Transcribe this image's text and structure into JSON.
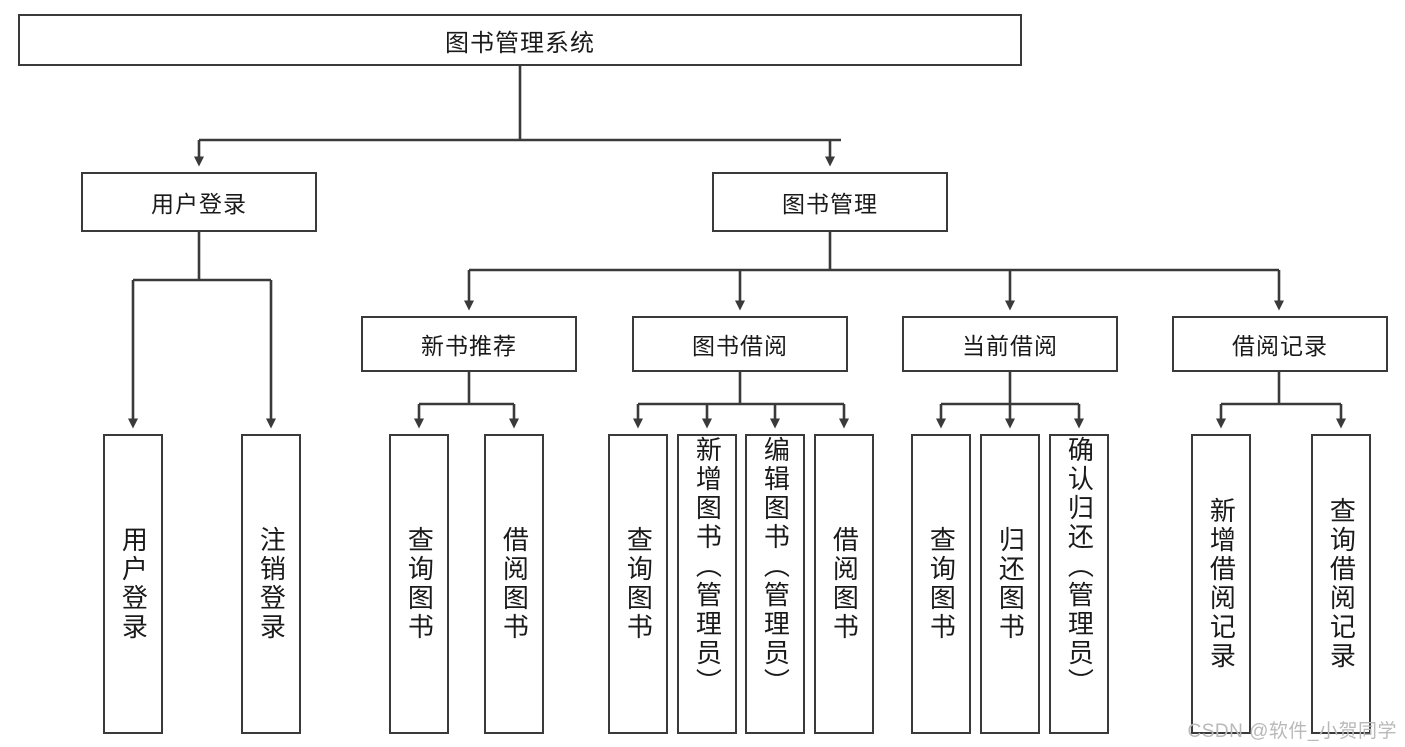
{
  "diagram": {
    "title": "图书管理系统",
    "type": "tree",
    "colors": {
      "stroke": "#3a3a3a",
      "fill": "#ffffff",
      "text": "#1a1a1a",
      "watermark": "#b9b9b9"
    },
    "root": {
      "label": "图书管理系统"
    },
    "level2": [
      {
        "label": "用户登录"
      },
      {
        "label": "图书管理"
      }
    ],
    "level3": [
      {
        "label": "新书推荐"
      },
      {
        "label": "图书借阅"
      },
      {
        "label": "当前借阅"
      },
      {
        "label": "借阅记录"
      }
    ],
    "leaves": {
      "user_login": [
        {
          "label": "用户登录"
        },
        {
          "label": "注销登录"
        }
      ],
      "new_book_recommend": [
        {
          "label": "查询图书"
        },
        {
          "label": "借阅图书"
        }
      ],
      "book_borrow": [
        {
          "label": "查询图书"
        },
        {
          "label": "新增图书（管理员）"
        },
        {
          "label": "编辑图书（管理员）"
        },
        {
          "label": "借阅图书"
        }
      ],
      "current_borrow": [
        {
          "label": "查询图书"
        },
        {
          "label": "归还图书"
        },
        {
          "label": "确认归还（管理员）"
        }
      ],
      "borrow_record": [
        {
          "label": "新增借阅记录"
        },
        {
          "label": "查询借阅记录"
        }
      ]
    }
  },
  "watermark": {
    "text": "CSDN @软件_小贺同学"
  }
}
